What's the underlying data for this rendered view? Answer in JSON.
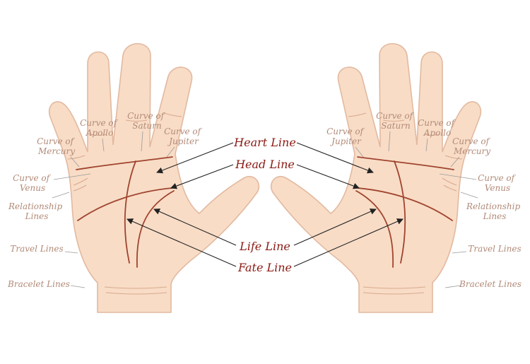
{
  "side_labels": {
    "curve_mercury": [
      "Curve of",
      "Mercury"
    ],
    "curve_apollo": [
      "Curve of",
      "Apollo"
    ],
    "curve_saturn": [
      "Curve of",
      "Saturn"
    ],
    "curve_jupiter": [
      "Curve of",
      "Jupiter"
    ],
    "curve_venus": [
      "Curve of",
      "Venus"
    ],
    "relationship": [
      "Relationship",
      "Lines"
    ],
    "travel": "Travel Lines",
    "bracelet": "Bracelet Lines"
  },
  "main_labels": {
    "heart": "Heart Line",
    "head": "Head Line",
    "life": "Life Line",
    "fate": "Fate Line"
  },
  "colors": {
    "skin": "#f8dcc6",
    "outline": "#e2b9a0",
    "palm_line": "#a0442e",
    "main_label": "#8a1a14",
    "minor_label": "#b28a78"
  }
}
